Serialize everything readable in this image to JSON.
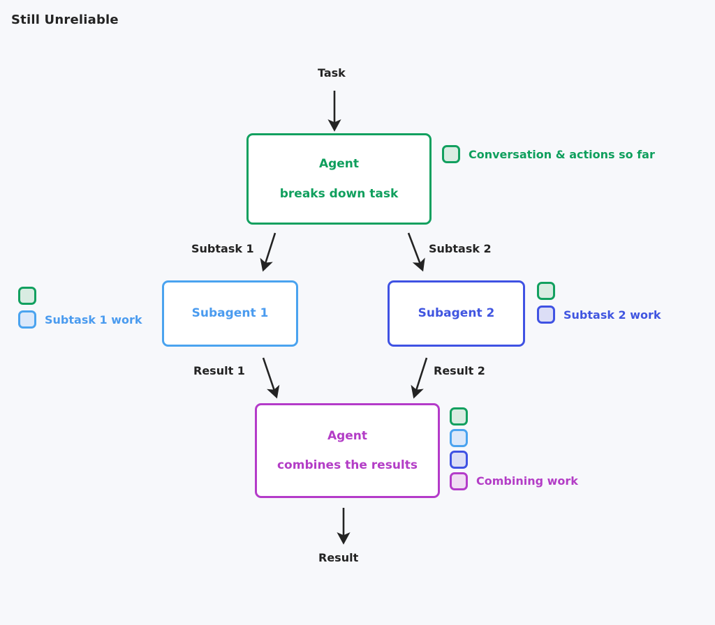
{
  "page": {
    "title": "Still Unreliable",
    "background_color": "#f7f8fb"
  },
  "colors": {
    "green": "#0f9f5d",
    "light_blue": "#4a9bef",
    "indigo": "#4055e0",
    "purple": "#b33dc6",
    "arrow": "#232323"
  },
  "nodes": {
    "agent_top": {
      "line1": "Agent",
      "line2": "breaks down task",
      "color": "#0f9f5d"
    },
    "subagent_1": {
      "label": "Subagent 1",
      "color": "#4a9bef"
    },
    "subagent_2": {
      "label": "Subagent 2",
      "color": "#4055e0"
    },
    "agent_bottom": {
      "line1": "Agent",
      "line2": "combines the results",
      "color": "#b33dc6"
    }
  },
  "edges": {
    "task": "Task",
    "subtask_1": "Subtask 1",
    "subtask_2": "Subtask 2",
    "result_1": "Result 1",
    "result_2": "Result 2",
    "result_out": "Result"
  },
  "legends": {
    "top": {
      "swatches": [
        "green"
      ],
      "label": "Conversation & actions so far"
    },
    "left": {
      "swatches": [
        "green",
        "light_blue"
      ],
      "label": "Subtask 1 work"
    },
    "right": {
      "swatches": [
        "green",
        "indigo"
      ],
      "label": "Subtask 2 work"
    },
    "bottom": {
      "swatches": [
        "green",
        "light_blue",
        "indigo",
        "purple"
      ],
      "label": "Combining work"
    }
  }
}
